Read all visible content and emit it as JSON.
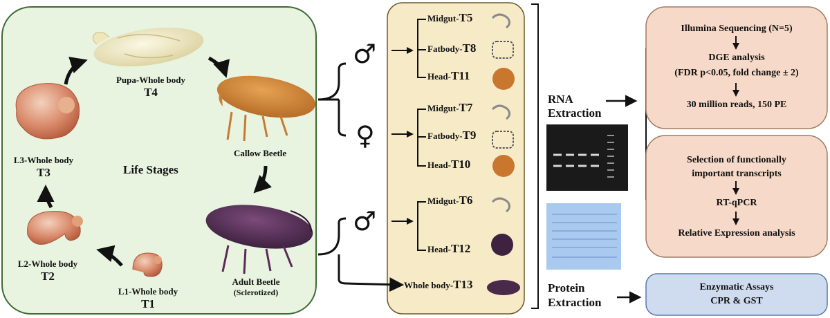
{
  "life_cycle": {
    "title": "Life Stages",
    "stages": [
      {
        "name": "Pupa-Whole body",
        "code": "T4"
      },
      {
        "name": "Callow Beetle",
        "code": ""
      },
      {
        "name": "Adult Beetle",
        "sub": "(Sclerotized)"
      },
      {
        "name": "L1-Whole body",
        "code": "T1"
      },
      {
        "name": "L2-Whole body",
        "code": "T2"
      },
      {
        "name": "L3-Whole body",
        "code": "T3"
      }
    ]
  },
  "sexes": {
    "male": "♂",
    "female": "♀"
  },
  "tissues": {
    "callow_male": [
      {
        "name": "Midgut-",
        "code": "T5"
      },
      {
        "name": "Fatbody-",
        "code": "T8"
      },
      {
        "name": "Head-",
        "code": "T11"
      }
    ],
    "callow_female": [
      {
        "name": "Midgut-",
        "code": "T7"
      },
      {
        "name": "Fatbody-",
        "code": "T9"
      },
      {
        "name": "Head-",
        "code": "T10"
      }
    ],
    "adult_male": [
      {
        "name": "Midgut-",
        "code": "T6"
      },
      {
        "name": "Head-",
        "code": "T12"
      }
    ],
    "adult_whole": {
      "name": "Whole body-",
      "code": "T13"
    }
  },
  "extraction": {
    "rna_line1": "RNA",
    "rna_line2": "Extraction",
    "protein_line1": "Protein",
    "protein_line2": "Extraction"
  },
  "sequencing_box": {
    "step1": "Illumina Sequencing (N=5)",
    "step2": "DGE analysis",
    "step3": "(FDR p<0.05, fold change ± 2)",
    "step4": "30 million reads, 150 PE"
  },
  "qpcr_box": {
    "step1a": "Selection of functionally",
    "step1b": "important transcripts",
    "step2": "RT-qPCR",
    "step3": "Relative Expression analysis"
  },
  "enzyme_box": {
    "line1": "Enzymatic Assays",
    "line2": "CPR & GST"
  },
  "colors": {
    "life_panel": "#e8f3e0",
    "life_border": "#3d6b35",
    "tissue_panel": "#f7ebc7",
    "seq_box": "#f6d9c8",
    "enzyme_box": "#cfdcef",
    "gel": "#1a1a1a",
    "protein_gel": "#a9c9ee"
  }
}
